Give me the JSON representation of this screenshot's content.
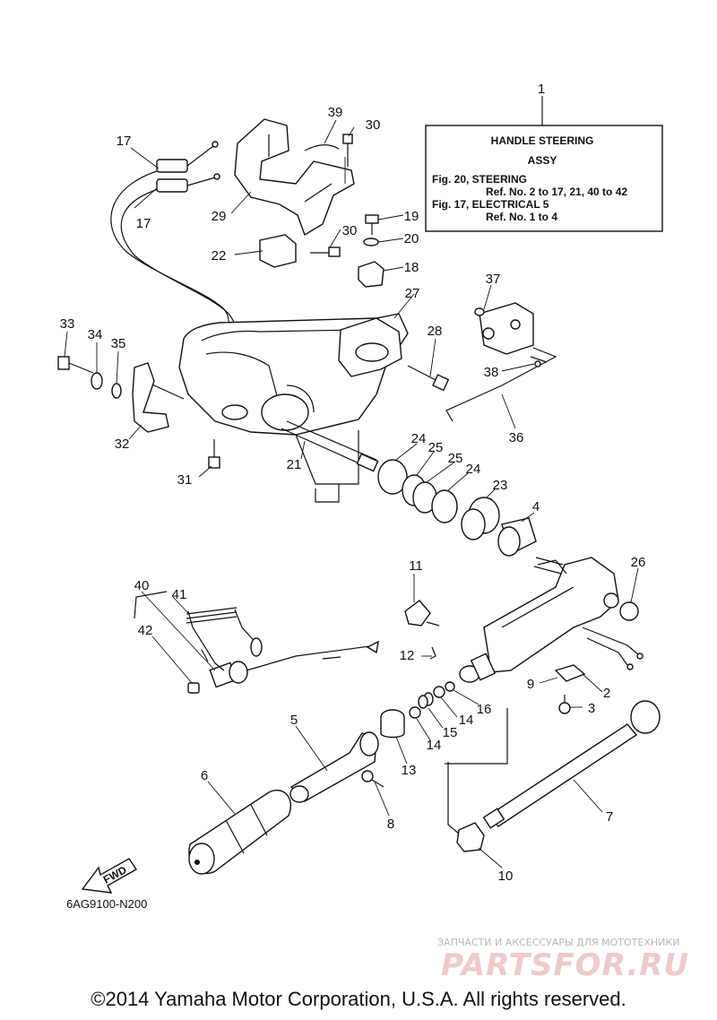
{
  "title_box": {
    "title": "HANDLE STEERING",
    "subtitle": "ASSY",
    "line1": "Fig. 20, STEERING",
    "line2": "Ref. No. 2 to 17, 21, 40 to 42",
    "line3": "Fig. 17, ELECTRICAL 5",
    "line4": "Ref. No. 1 to 4"
  },
  "callouts": [
    "1",
    "2",
    "3",
    "4",
    "5",
    "6",
    "7",
    "8",
    "9",
    "10",
    "11",
    "12",
    "13",
    "14",
    "14",
    "15",
    "16",
    "17",
    "17",
    "18",
    "19",
    "20",
    "21",
    "22",
    "23",
    "24",
    "24",
    "25",
    "25",
    "26",
    "27",
    "28",
    "29",
    "30",
    "30",
    "31",
    "32",
    "33",
    "34",
    "35",
    "36",
    "37",
    "38",
    "39",
    "40",
    "41",
    "42"
  ],
  "fwd_label": "FWD",
  "diagram_code": "6AG9100-N200",
  "watermark": {
    "tagline": "ЗАПЧАСТИ И АКСЕССУАРЫ ДЛЯ МОТОТЕХНИКИ",
    "brand": "PARTSFOR.RU"
  },
  "copyright": "©2014 Yamaha Motor Corporation, U.S.A. All rights reserved."
}
